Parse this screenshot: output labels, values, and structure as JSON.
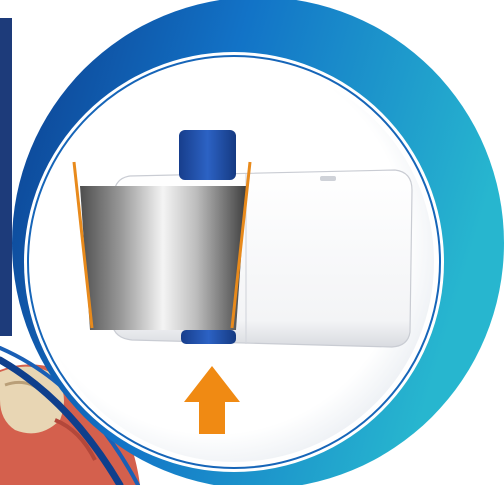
{
  "illustration": {
    "subject": "dental-matrix-band-diagram",
    "icons": [
      "up-arrow-icon",
      "guide-line-left",
      "guide-line-right"
    ],
    "colors": {
      "ring_start": "#0d3f8f",
      "ring_mid": "#1273c7",
      "ring_end": "#27b6cf",
      "navy_bar": "#1d3b7a",
      "guide_line": "#e88a1c",
      "arrow": "#f08a13",
      "knob": "#1f4ea8",
      "band_dark": "#5a5a5a",
      "band_light": "#f2f2f2",
      "holder": "#ffffff",
      "gum": "#d4604d",
      "tooth": "#e8d6b4"
    }
  }
}
